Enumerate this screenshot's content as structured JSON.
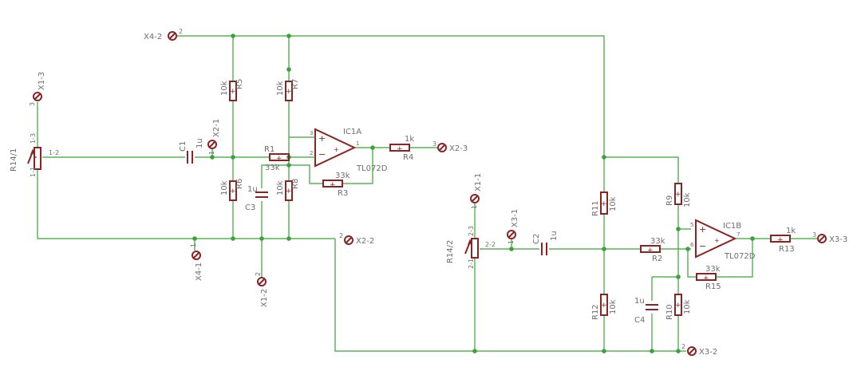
{
  "labels": {
    "x4_2": "X4-2",
    "x4_2_pin": "2",
    "x1_3": "X1-3",
    "x1_3_pin": "3",
    "r14_1": "R14/1",
    "r14_1_p13": "1-3",
    "r14_1_p12": "1-2",
    "r14_1_p11": "1-1",
    "r5": "R5",
    "r5_val": "10k",
    "r7": "R7",
    "r7_val": "10k",
    "x2_1": "X2-1",
    "x2_1_pin": "1",
    "c1": "C1",
    "c1_val": "1u",
    "r1": "R1",
    "r1_val": "33k",
    "ic1a": "IC1A",
    "ic1a_type": "TL072D",
    "ic1a_p3": "3",
    "ic1a_p2": "2",
    "ic1a_p1": "1",
    "r4": "R4",
    "r4_val": "1k",
    "x2_3": "X2-3",
    "x2_3_pin": "3",
    "r6": "R6",
    "r6_val": "10k",
    "c3": "C3",
    "c3_val": "1u",
    "r8": "R8",
    "r8_val": "10k",
    "r3": "R3",
    "r3_val": "33k",
    "x4_1": "X4-1",
    "x4_1_pin": "1",
    "x2_2": "X2-2",
    "x2_2_pin": "2",
    "x1_2": "X1-2",
    "x1_2_pin": "2",
    "x1_1": "X1-1",
    "x1_1_pin": "1",
    "x3_1": "X3-1",
    "x3_1_pin": "1",
    "r14_2": "R14/2",
    "r14_2_p23": "2-3",
    "r14_2_p22": "2-2",
    "r14_2_p21": "2-1",
    "c2": "C2",
    "c2_val": "1u",
    "r11": "R11",
    "r11_val": "10k",
    "r9": "R9",
    "r9_val": "10k",
    "r2": "R2",
    "r2_val": "33k",
    "ic1b": "IC1B",
    "ic1b_type": "TL072D",
    "ic1b_p5": "5",
    "ic1b_p6": "6",
    "ic1b_p7": "7",
    "r13": "R13",
    "r13_val": "1k",
    "x3_3": "X3-3",
    "x3_3_pin": "3",
    "r15": "R15",
    "r15_val": "33k",
    "r12": "R12",
    "r12_val": "10k",
    "c4": "C4",
    "c4_val": "1u",
    "r10": "R10",
    "r10_val": "10k",
    "x3_2": "X3-2",
    "x3_2_pin": "2"
  },
  "colors": {
    "wire": "#3aa23a",
    "part": "#8b2323",
    "text": "#6e6e6e",
    "background": "#ffffff"
  }
}
